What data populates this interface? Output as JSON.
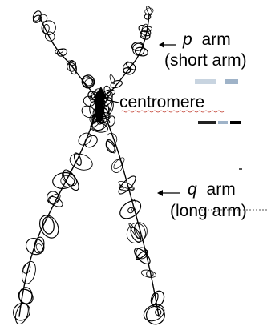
{
  "diagram": {
    "p_arm": {
      "letter": "p",
      "word": "arm",
      "note": "(short arm)"
    },
    "centromere": {
      "label": "centromere"
    },
    "q_arm": {
      "letter": "q",
      "word": "arm",
      "note": "(long arm)"
    }
  },
  "colors": {
    "ink": "#000000",
    "background": "#ffffff",
    "speckle": "#9fb3c8",
    "underline": "#c0392b"
  }
}
